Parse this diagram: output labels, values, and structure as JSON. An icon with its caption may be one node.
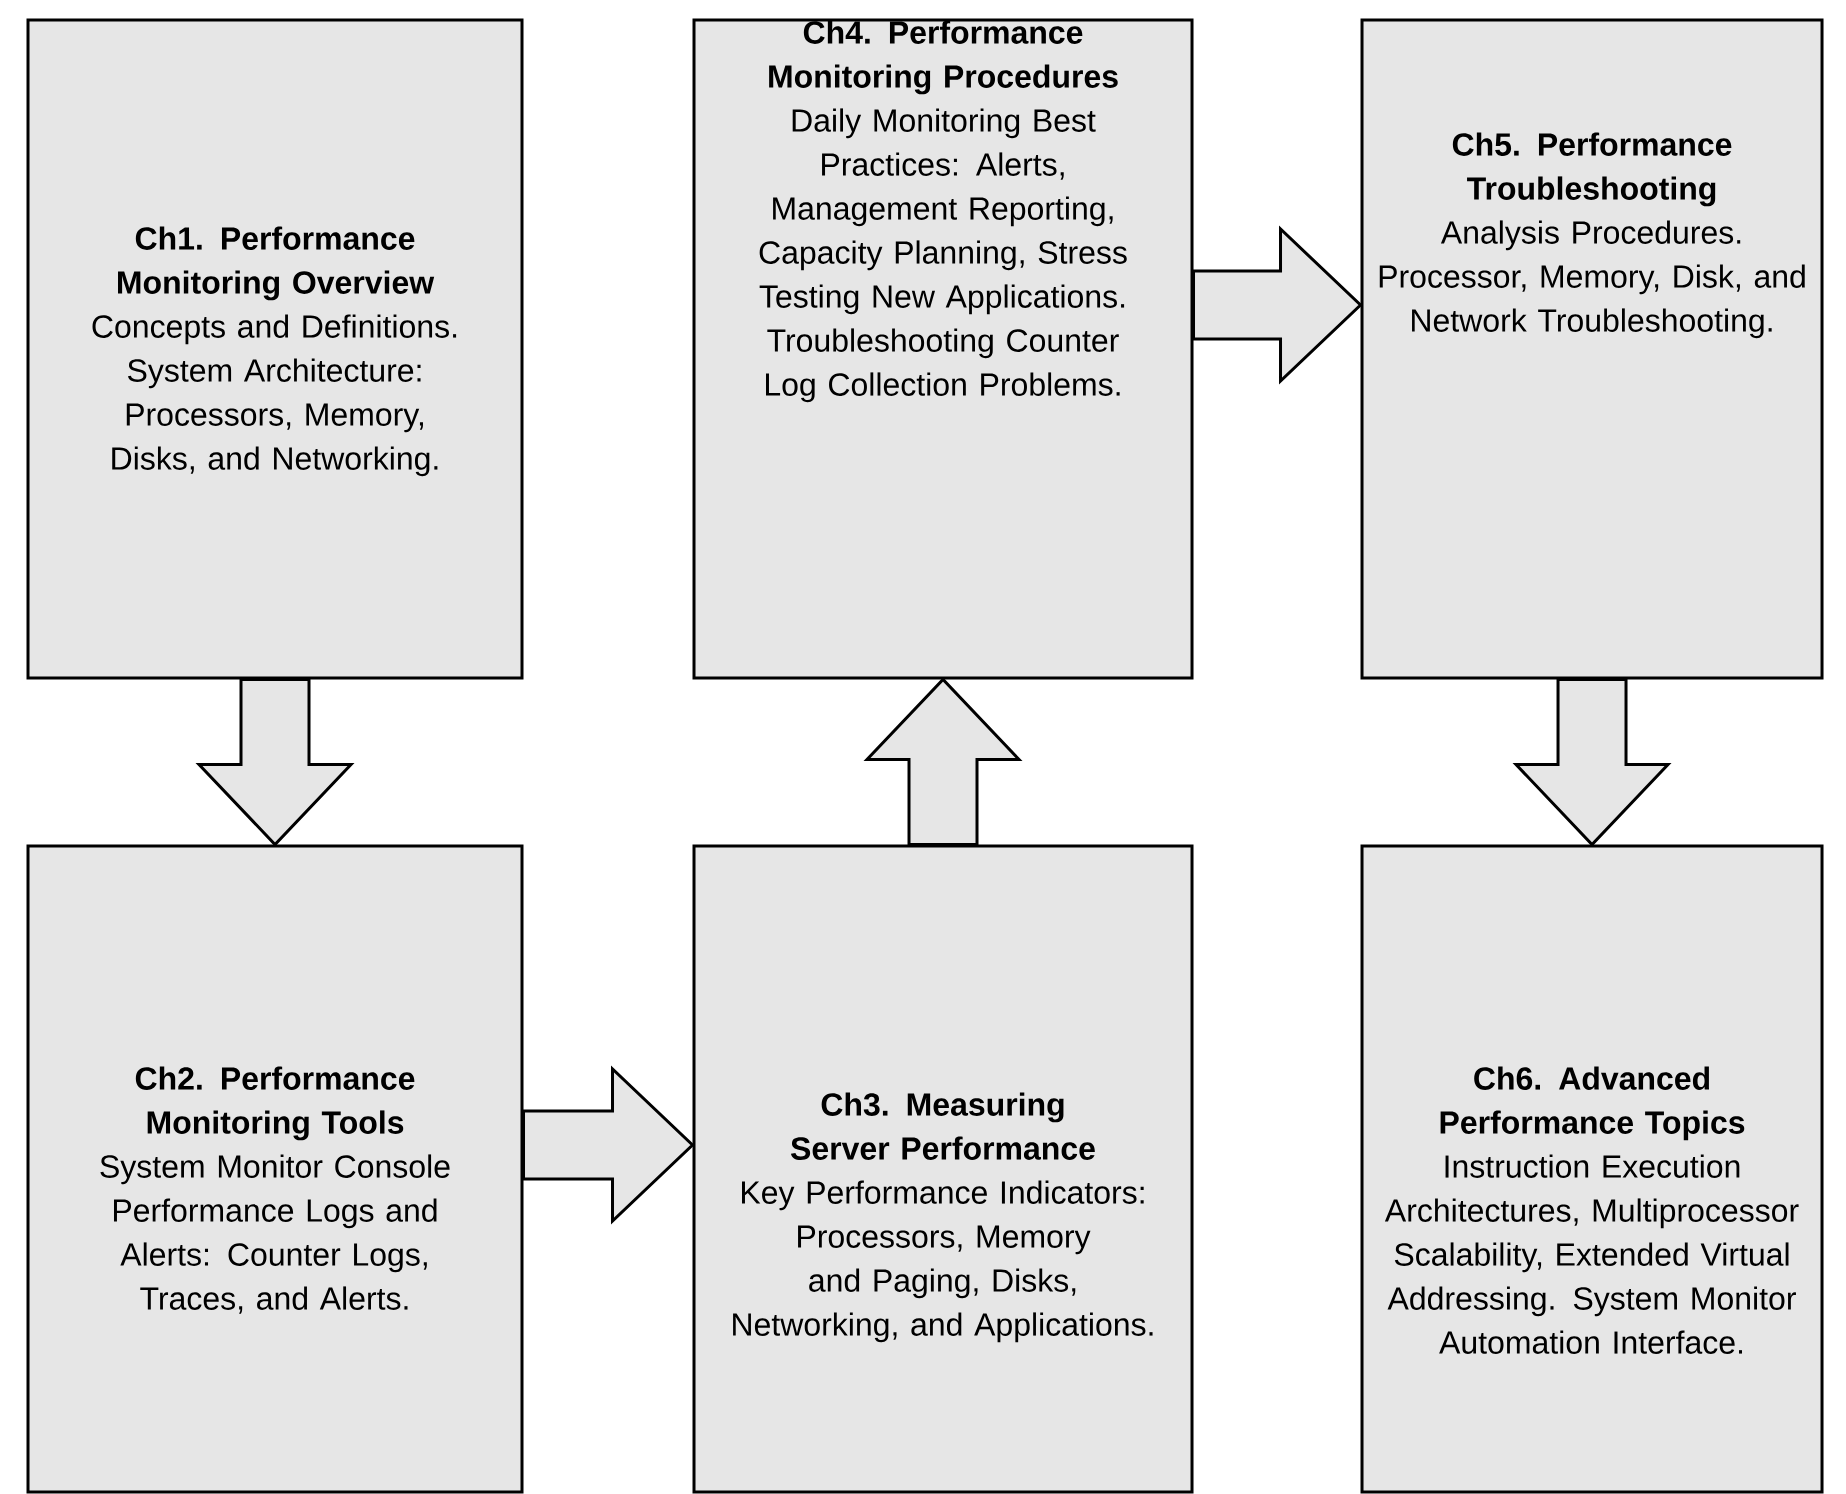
{
  "diagram": {
    "nodes": [
      {
        "text": [
          "Ch1. Performance Monitoring Overview",
          "Concepts and Definitions. System Architecture: Processors, Memory, Disks, and Networking."
        ]
      },
      {
        "text": [
          "Ch4. Performance Monitoring Procedures",
          "Daily Monitoring Best Practices: Alerts, Management Reporting, Capacity Planning, Stress Testing New Applications. Troubleshooting Counter Log Collection Problems."
        ]
      },
      {
        "text": [
          "Ch5. Performance Troubleshooting",
          "Analysis Procedures. Processor, Memory, Disk, and Network Troubleshooting."
        ]
      },
      {
        "text": [
          "Ch2. Performance Monitoring Tools",
          "System Monitor Console Performance Logs and Alerts: Counter Logs, Traces, and Alerts."
        ]
      },
      {
        "text": [
          "Ch3. Measuring Server Performance",
          "Key Performance Indicators: Processors, Memory and Paging, Disks, Networking, and Applications."
        ]
      },
      {
        "text": [
          "Ch6. Advanced Performance Topics",
          "Instruction Execution Architectures, Multiprocessor Scalability, Extended Virtual Addressing. System Monitor Automation Interface."
        ]
      }
    ],
    "edges": [
      {
        "from": 0,
        "to": 3,
        "arrow": "to"
      },
      {
        "from": 3,
        "to": 4,
        "arrow": "to"
      },
      {
        "from": 4,
        "to": 1,
        "arrow": "to"
      },
      {
        "from": 1,
        "to": 2,
        "arrow": "to"
      },
      {
        "from": 2,
        "to": 5,
        "arrow": "to"
      }
    ]
  }
}
